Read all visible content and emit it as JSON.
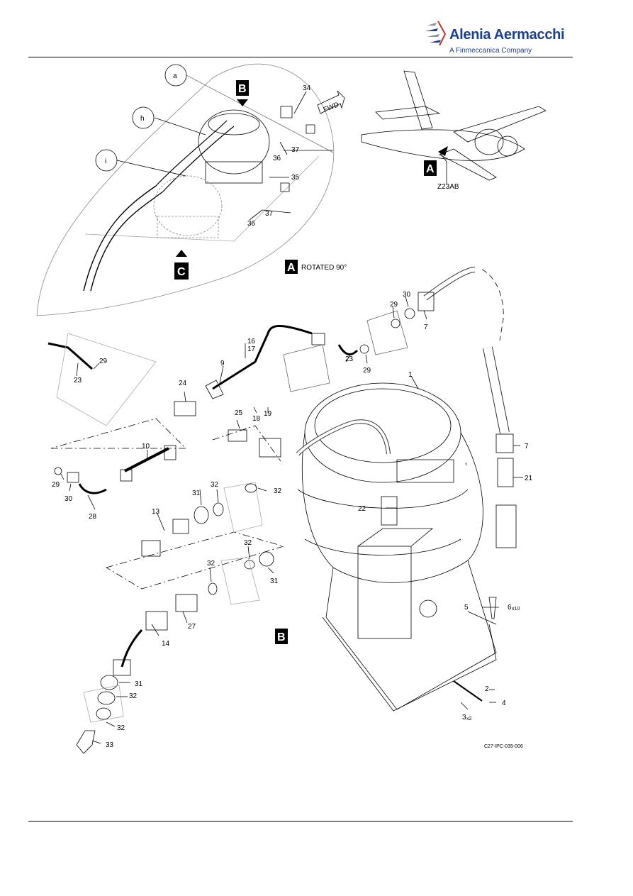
{
  "header": {
    "brand_name": "Alenia Aermacchi",
    "brand_subtitle": "A Finmeccanica Company"
  },
  "figure": {
    "view_refs": {
      "a": "a",
      "h": "h",
      "i": "i"
    },
    "callouts": {
      "a": "A",
      "b": "B",
      "c": "C"
    },
    "rotated_note": "ROTATED 90°",
    "fwd_label": "FWD",
    "zone": "Z23AB",
    "drawing_id": "C27-IPC-035-006",
    "item_labels": {
      "l1": "1",
      "l2": "2",
      "l3": "3",
      "l3q": "x2",
      "l4": "4",
      "l5": "5",
      "l6": "6",
      "l6q": "x10",
      "l7a": "7",
      "l7b": "7",
      "l9": "9",
      "l10": "10",
      "l13": "13",
      "l14": "14",
      "l16": "16",
      "l17": "17",
      "l18": "18",
      "l19": "19",
      "l21": "21",
      "l22": "22",
      "l23a": "23",
      "l23b": "23",
      "l24": "24",
      "l25": "25",
      "l27": "27",
      "l28": "28",
      "l29a": "29",
      "l29b": "29",
      "l29c": "29",
      "l29d": "29",
      "l30a": "30",
      "l30b": "30",
      "l31a": "31",
      "l31b": "31",
      "l31c": "31",
      "l32a": "32",
      "l32b": "32",
      "l32c": "32",
      "l32d": "32",
      "l32e": "32",
      "l32f": "32",
      "l33": "33",
      "l34": "34",
      "l35": "35",
      "l36a": "36",
      "l36b": "36",
      "l37a": "37",
      "l37b": "37"
    }
  }
}
